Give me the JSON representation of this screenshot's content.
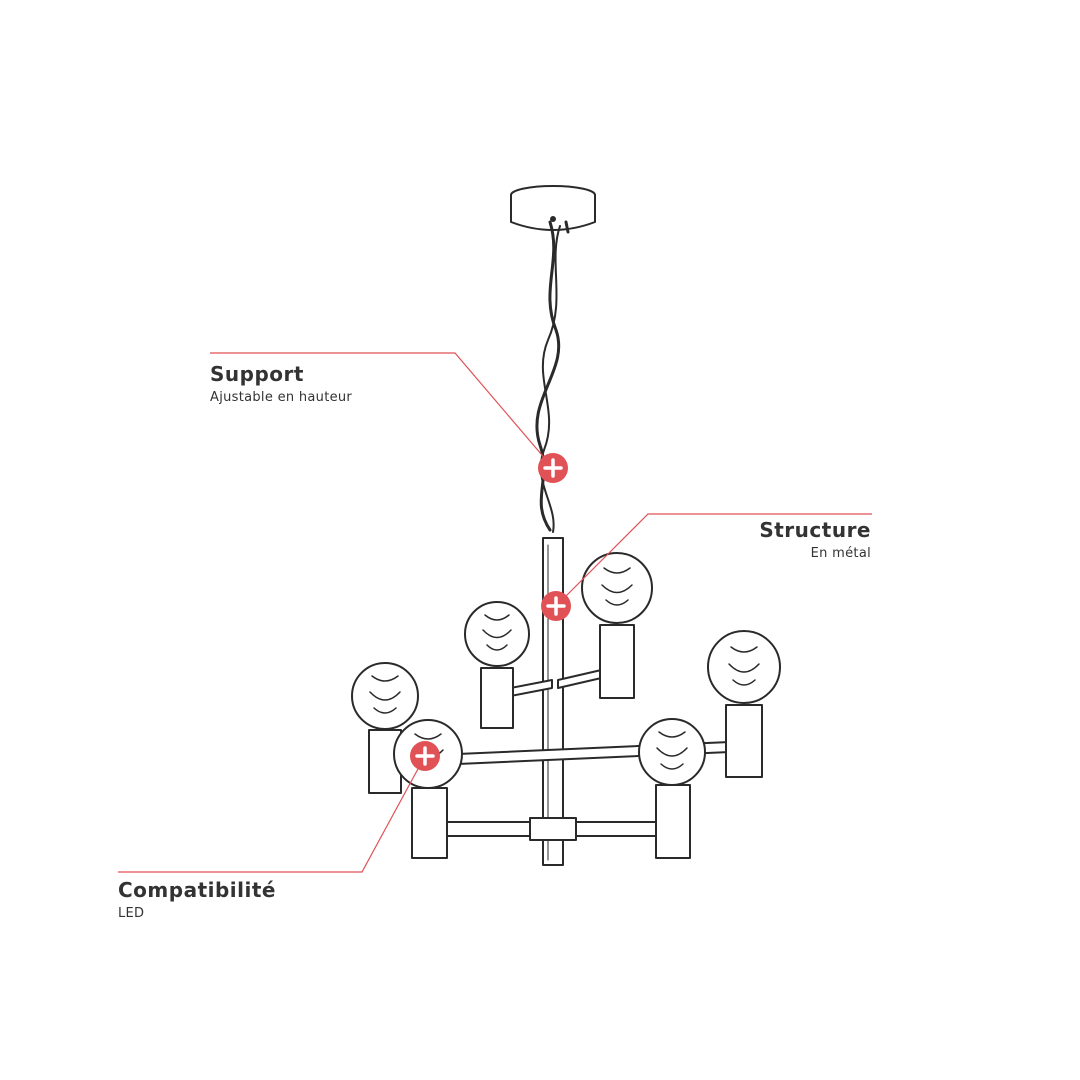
{
  "callouts": {
    "support": {
      "title": "Support",
      "subtitle": "Ajustable en hauteur"
    },
    "structure": {
      "title": "Structure",
      "subtitle": "En métal"
    },
    "compat": {
      "title": "Compatibilité",
      "subtitle": "LED"
    }
  },
  "colors": {
    "accent": "#e05256",
    "line": "#2a2a2a",
    "text": "#333333"
  },
  "icons": {
    "hotspot": "plus-icon"
  }
}
